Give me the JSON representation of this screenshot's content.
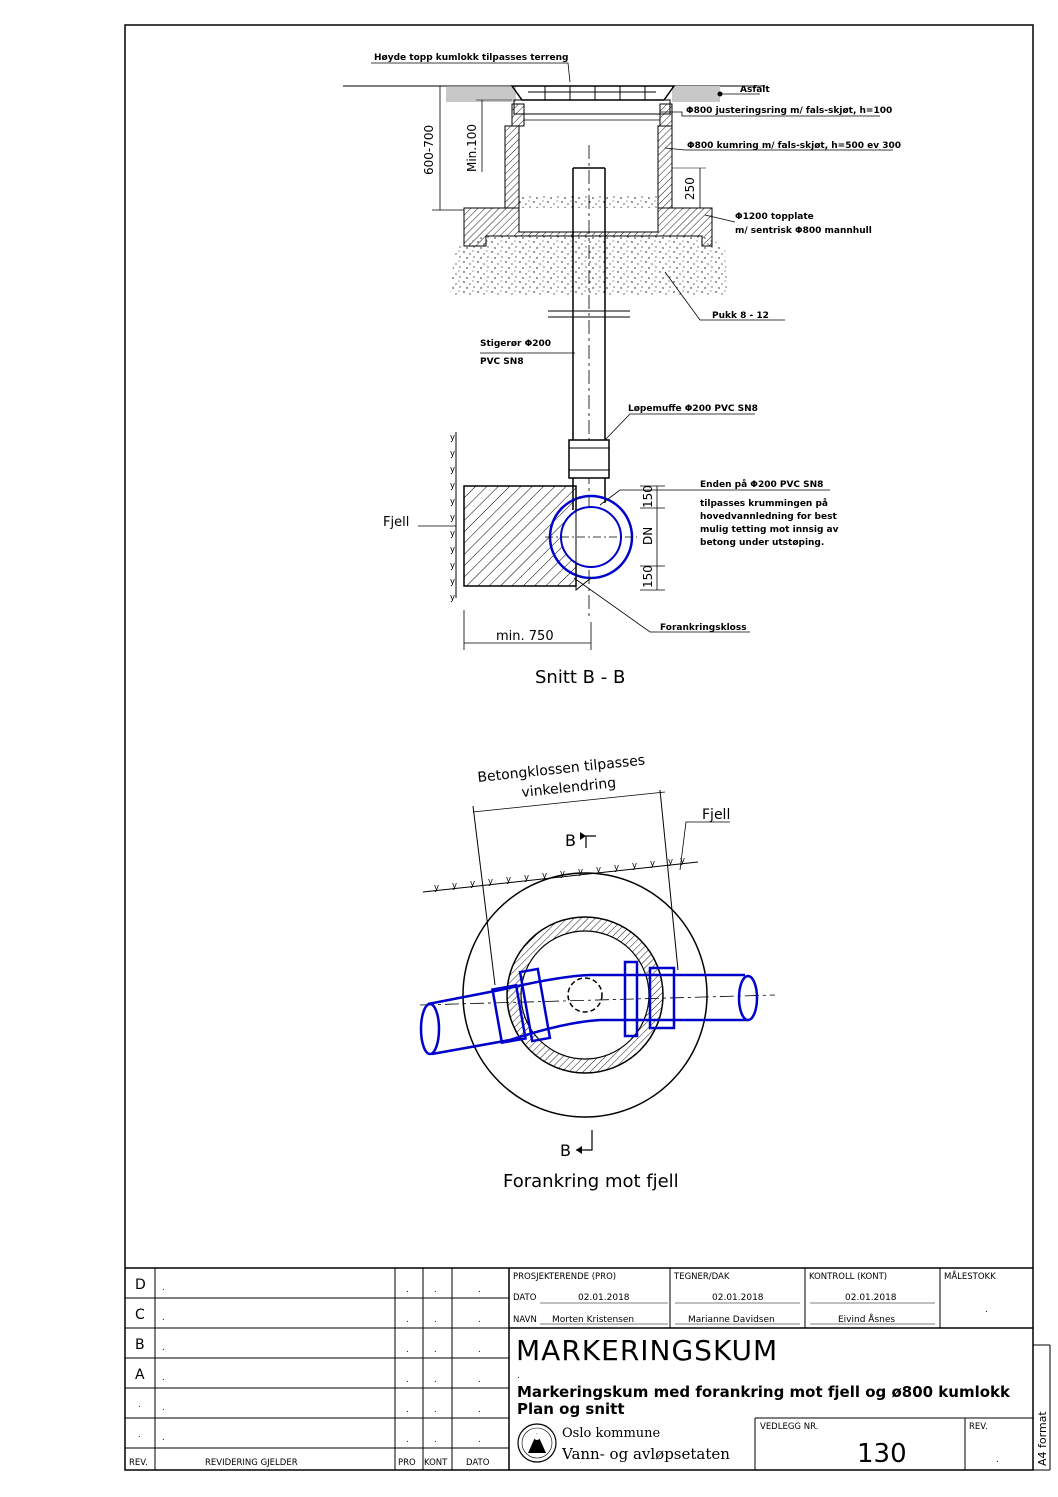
{
  "section_view": {
    "label_height_top": "Høyde topp kumlokk tilpasses terreng",
    "label_asfalt": "Asfalt",
    "label_justeringsring": "Φ800 justeringsring m/ fals-skjøt, h=100",
    "label_kumring": "Φ800 kumring m/ fals-skjøt, h=500 ev 300",
    "label_topplate_1": "Φ1200 topplate",
    "label_topplate_2": "m/ sentrisk Φ800 mannhull",
    "label_pukk": "Pukk 8 - 12",
    "label_stigeror_1": "Stigerør Φ200",
    "label_stigeror_2": "PVC SN8",
    "label_lopemuffe": "Løpemuffe Φ200 PVC SN8",
    "label_enden_1": "Enden på Φ200 PVC SN8",
    "label_enden_2": "tilpasses krummingen på",
    "label_enden_3": "hovedvannledning for best",
    "label_enden_4": "mulig tetting mot innsig av",
    "label_enden_5": "betong under utstøping.",
    "label_fjell": "Fjell",
    "label_forankringskloss": "Forankringskloss",
    "dim_600_700": "600-700",
    "dim_min100": "Min.100",
    "dim_250": "250",
    "dim_150_top": "150",
    "dim_dn": "DN",
    "dim_150_bottom": "150",
    "dim_min750": "min. 750",
    "title": "Snitt B - B"
  },
  "plan_view": {
    "label_betong_1": "Betongklossen tilpasses",
    "label_betong_2": "vinkelendring",
    "label_fjell": "Fjell",
    "section_mark_top": "B",
    "section_mark_bottom": "B",
    "title": "Forankring mot fjell"
  },
  "title_block": {
    "revisions": [
      {
        "rev": "D",
        "text": ".",
        "pro": ".",
        "kont": ".",
        "dato": "."
      },
      {
        "rev": "C",
        "text": ".",
        "pro": ".",
        "kont": ".",
        "dato": "."
      },
      {
        "rev": "B",
        "text": ".",
        "pro": ".",
        "kont": ".",
        "dato": "."
      },
      {
        "rev": "A",
        "text": ".",
        "pro": ".",
        "kont": ".",
        "dato": "."
      },
      {
        "rev": ".",
        "text": ".",
        "pro": ".",
        "kont": ".",
        "dato": "."
      },
      {
        "rev": ".",
        "text": ".",
        "pro": ".",
        "kont": ".",
        "dato": "."
      }
    ],
    "header_rev": "REV.",
    "header_revidering": "REVIDERING GJELDER",
    "header_pro": "PRO",
    "header_kont": "KONT",
    "header_dato": "DATO",
    "prosjekterende_label": "PROSJEKTERENDE (PRO)",
    "tegner_label": "TEGNER/DAK",
    "kontroll_label": "KONTROLL (KONT)",
    "malestokk_label": "MÅLESTOKK",
    "dato_label": "DATO",
    "navn_label": "NAVN",
    "pro_dato": "02.01.2018",
    "pro_navn": "Morten Kristensen",
    "tegner_dato": "02.01.2018",
    "tegner_navn": "Marianne Davidsen",
    "kontroll_dato": "02.01.2018",
    "kontroll_navn": "Eivind Åsnes",
    "malestokk_value": ".",
    "drawing_title": "MARKERINGSKUM",
    "title_dot": ".",
    "desc_line_1": "Markeringskum med forankring mot fjell og ø800 kumlokk",
    "desc_line_2": "Plan og snitt",
    "org_1": "Oslo kommune",
    "org_2": "Vann- og avløpsetaten",
    "vedlegg_label": "VEDLEGG NR.",
    "vedlegg_value": "130",
    "rev_label": "REV.",
    "rev_value": ".",
    "format_label": "A4 format"
  },
  "colors": {
    "line": "#000000",
    "pipe": "#0000cc",
    "asphalt": "#c8c8c8"
  }
}
